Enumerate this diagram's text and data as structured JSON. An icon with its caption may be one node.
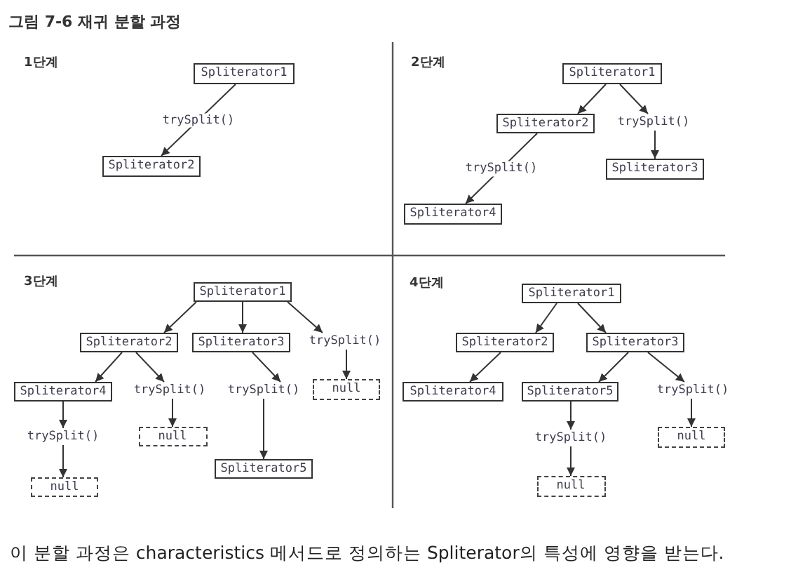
{
  "diagram": {
    "title": "그림 7-6 재귀 분할 과정",
    "caption": "이 분할 과정은 characteristics 메서드로 정의하는 Spliterator의 특성에 영향을 받는다.",
    "nodes": [
      {
        "text": [
          "Spliterator1"
        ]
      },
      {
        "text": [
          "Spliterator2"
        ]
      },
      {
        "text": [
          "Spliterator1"
        ]
      },
      {
        "text": [
          "Spliterator2"
        ]
      },
      {
        "text": [
          "trySplit()"
        ]
      },
      {
        "text": [
          "Spliterator3"
        ]
      },
      {
        "text": [
          "Spliterator4"
        ]
      },
      {
        "text": [
          "Spliterator1"
        ]
      },
      {
        "text": [
          "Spliterator2"
        ]
      },
      {
        "text": [
          "Spliterator3"
        ]
      },
      {
        "text": [
          "trySplit()"
        ]
      },
      {
        "text": [
          "Spliterator4"
        ]
      },
      {
        "text": [
          "trySplit()"
        ]
      },
      {
        "text": [
          "trySplit()"
        ]
      },
      {
        "text": [
          "null"
        ]
      },
      {
        "text": [
          "trySplit()"
        ]
      },
      {
        "text": [
          "null"
        ]
      },
      {
        "text": [
          "Spliterator5"
        ]
      },
      {
        "text": [
          "null"
        ]
      },
      {
        "text": [
          "Spliterator1"
        ]
      },
      {
        "text": [
          "Spliterator2"
        ]
      },
      {
        "text": [
          "Spliterator3"
        ]
      },
      {
        "text": [
          "Spliterator4"
        ]
      },
      {
        "text": [
          "Spliterator5"
        ]
      },
      {
        "text": [
          "trySplit()"
        ]
      },
      {
        "text": [
          "trySplit()"
        ]
      },
      {
        "text": [
          "null"
        ]
      },
      {
        "text": [
          "null"
        ]
      }
    ],
    "edges": [
      {
        "from": 0,
        "to": 1,
        "arrow": "to",
        "label": "trySplit()"
      },
      {
        "from": 2,
        "to": 3,
        "arrow": "to"
      },
      {
        "from": 2,
        "to": 4,
        "arrow": "to"
      },
      {
        "from": 4,
        "to": 5,
        "arrow": "to"
      },
      {
        "from": 3,
        "to": 6,
        "arrow": "to",
        "label": "trySplit()"
      },
      {
        "from": 7,
        "to": 8,
        "arrow": "to"
      },
      {
        "from": 7,
        "to": 9,
        "arrow": "to"
      },
      {
        "from": 7,
        "to": 10,
        "arrow": "to"
      },
      {
        "from": 10,
        "to": 14,
        "arrow": "to"
      },
      {
        "from": 8,
        "to": 11,
        "arrow": "to"
      },
      {
        "from": 8,
        "to": 12,
        "arrow": "to"
      },
      {
        "from": 9,
        "to": 13,
        "arrow": "to"
      },
      {
        "from": 13,
        "to": 17,
        "arrow": "to"
      },
      {
        "from": 11,
        "to": 15,
        "arrow": "to"
      },
      {
        "from": 12,
        "to": 16,
        "arrow": "to"
      },
      {
        "from": 15,
        "to": 18,
        "arrow": "to"
      },
      {
        "from": 19,
        "to": 20,
        "arrow": "to"
      },
      {
        "from": 19,
        "to": 21,
        "arrow": "to"
      },
      {
        "from": 20,
        "to": 22,
        "arrow": "to"
      },
      {
        "from": 21,
        "to": 23,
        "arrow": "to"
      },
      {
        "from": 21,
        "to": 24,
        "arrow": "to"
      },
      {
        "from": 23,
        "to": 25,
        "arrow": "to"
      },
      {
        "from": 24,
        "to": 26,
        "arrow": "to"
      },
      {
        "from": 25,
        "to": 27,
        "arrow": "to"
      }
    ],
    "labels": [
      "1단계",
      "2단계",
      "3단계",
      "4단계"
    ]
  }
}
